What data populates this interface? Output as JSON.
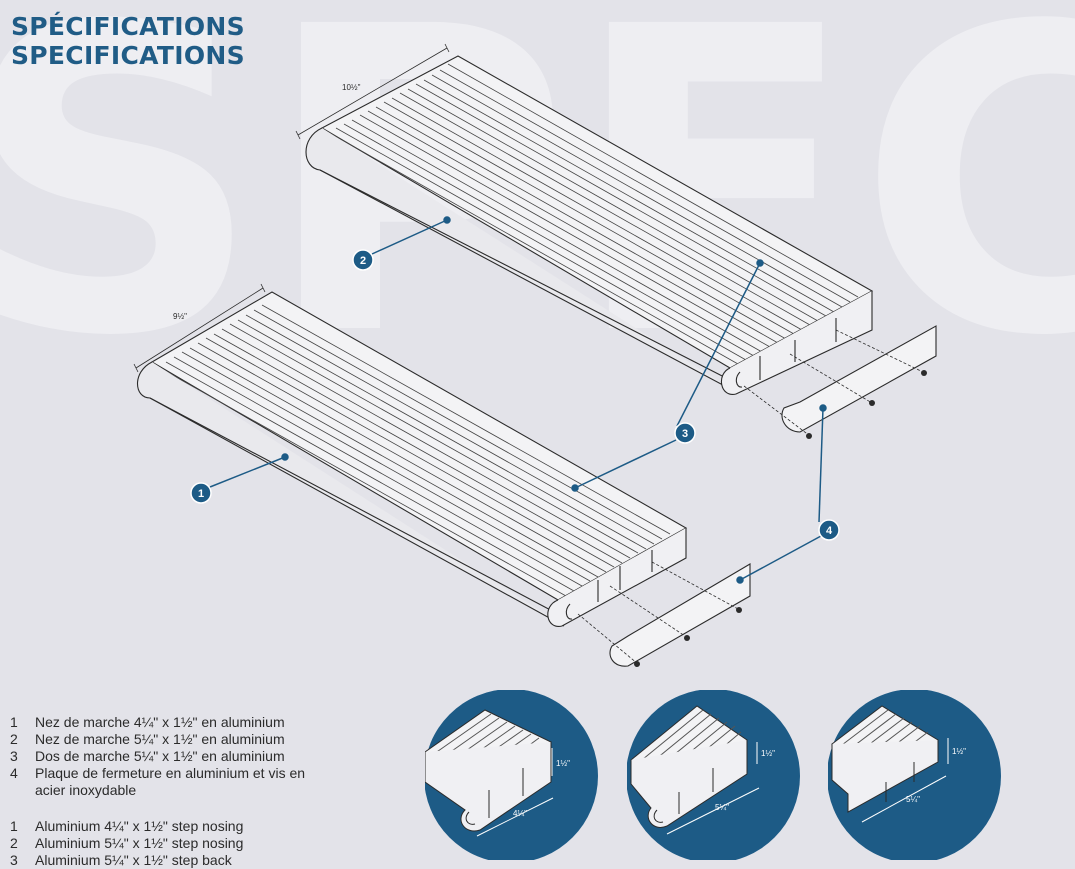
{
  "header": {
    "title_fr": "SPÉCIFICATIONS",
    "title_en": "SPECIFICATIONS",
    "background_letters": "SPEC"
  },
  "diagram": {
    "dim_upper": "10½\"",
    "dim_lower": "9½\"",
    "callouts": [
      "1",
      "2",
      "3",
      "4"
    ]
  },
  "legend_fr": [
    {
      "num": "1",
      "text": "Nez de marche 4¼\" x 1½\" en aluminium"
    },
    {
      "num": "2",
      "text": "Nez de marche 5¼\" x 1½\" en aluminium"
    },
    {
      "num": "3",
      "text": "Dos de marche 5¼\" x 1½\" en aluminium"
    },
    {
      "num": "4",
      "text": "Plaque de fermeture en aluminium et vis en acier inoxydable"
    }
  ],
  "legend_en": [
    {
      "num": "1",
      "text": "Aluminium 4¼\" x 1½\" step nosing"
    },
    {
      "num": "2",
      "text": "Aluminium 5¼\" x 1½\" step nosing"
    },
    {
      "num": "3",
      "text": "Aluminium 5¼\" x 1½\" step back"
    }
  ],
  "details": [
    {
      "height": "1½\"",
      "width": "4¼\""
    },
    {
      "height": "1½\"",
      "width": "5¼\""
    },
    {
      "height": "1½\"",
      "width": "5¼\""
    }
  ],
  "colors": {
    "accent": "#205c86",
    "circle": "#1d5b86",
    "background": "#e3e3e9",
    "ghost": "#eeeef2"
  }
}
